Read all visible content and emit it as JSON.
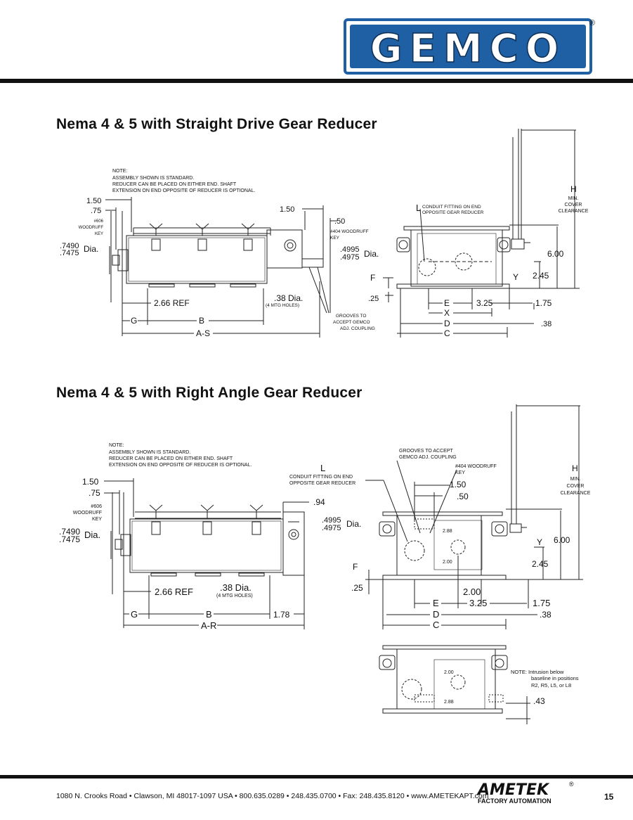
{
  "brand": {
    "logo_text": "GEMCO",
    "registered": "®",
    "logo_color": "#1f5fa3"
  },
  "page": {
    "number": "15",
    "footer_address": "1080 N. Crooks Road • Clawson, MI 48017-1097 USA • 800.635.0289 • 248.435.0700 • Fax: 248.435.8120 • www.AMETEKAPT.com"
  },
  "footer_brand": {
    "name": "AMETEK",
    "registered": "®",
    "subtitle": "FACTORY AUTOMATION"
  },
  "section1": {
    "title": "Nema 4 & 5 with Straight Drive Gear Reducer",
    "note": [
      "NOTE:",
      "ASSEMBLY SHOWN IS STANDARD.",
      "REDUCER CAN BE PLACED ON EITHER END.  SHAFT",
      "EXTENSION ON END OPPOSITE OF REDUCER IS OPTIONAL."
    ],
    "dim_150": "1.50",
    "dim_75": ".75",
    "key_606": [
      "#606",
      "WOODRUFF",
      "KEY"
    ],
    "dia_7490": ".7490",
    "dia_7475": ".7475",
    "dia_label": "Dia.",
    "dim_150_right": "1.50",
    "dim_50": ".50",
    "key_404": [
      "#404 WOODRUFF",
      "KEY"
    ],
    "dia_4995": ".4995",
    "dia_4975": ".4975",
    "dim_266": "2.66 REF",
    "dim_38dia": ".38 Dia.",
    "mtg_holes": "(4 MTG HOLES)",
    "grooves": [
      "GROOVES TO",
      "ACCEPT GEMCO",
      "ADJ. COUPLING"
    ],
    "label_g": "G",
    "label_b": "B",
    "label_as": "A-S",
    "label_l": "L",
    "conduit": [
      "CONDUIT FITTING ON END",
      "OPPOSITE GEAR REDUCER"
    ],
    "label_h": "H",
    "min_cover": [
      "MIN.",
      "COVER",
      "CLEARANCE"
    ],
    "dim_600": "6.00",
    "label_y": "Y",
    "dim_245": "2.45",
    "label_f": "F",
    "dim_25": ".25",
    "label_e": "E",
    "dim_325": "3.25",
    "dim_175": "1.75",
    "label_x": "X",
    "label_d": "D",
    "dim_38": ".38",
    "label_c": "C"
  },
  "section2": {
    "title": "Nema 4 & 5 with Right Angle Gear Reducer",
    "note": [
      "NOTE:",
      "ASSEMBLY SHOWN IS STANDARD.",
      "REDUCER CAN BE PLACED ON EITHER END.  SHAFT",
      "EXTENSION ON END OPPOSITE OF REDUCER IS OPTIONAL."
    ],
    "dim_150": "1.50",
    "dim_75": ".75",
    "key_606": [
      "#606",
      "WOODRUFF",
      "KEY"
    ],
    "dia_7490": ".7490",
    "dia_7475": ".7475",
    "dia_label": "Dia.",
    "dim_94": ".94",
    "dim_266": "2.66 REF",
    "dim_38dia": ".38 Dia.",
    "mtg_holes": "(4 MTG HOLES)",
    "label_g": "G",
    "label_b": "B",
    "dim_178": "1.78",
    "label_ar": "A-R",
    "grooves": [
      "GROOVES TO ACCEPT",
      "GEMCO ADJ. COUPLING"
    ],
    "key_404": [
      "#404 WOODRUFF",
      "KEY"
    ],
    "label_l": "L",
    "conduit": [
      "CONDUIT FITTING ON END",
      "OPPOSITE GEAR REDUCER"
    ],
    "dim_150_right": "1.50",
    "dim_50": ".50",
    "dia_4995": ".4995",
    "dia_4975": ".4975",
    "dim_288": "2.88",
    "dim_200": "2.00",
    "label_h": "H",
    "min_cover": [
      "MIN.",
      "COVER",
      "CLEARANCE"
    ],
    "label_y": "Y",
    "dim_600": "6.00",
    "dim_245": "2.45",
    "label_f": "F",
    "dim_25": ".25",
    "dim_200b": "2.00",
    "label_e": "E",
    "dim_325": "3.25",
    "dim_175": "1.75",
    "label_d": "D",
    "dim_38": ".38",
    "label_c": "C",
    "bottom_200": "2.00",
    "bottom_288": "2.88",
    "intrusion_note": [
      "NOTE: Intrusion below",
      "baseline in positions",
      "R2, R5, L5, or L8"
    ],
    "dim_43": ".43"
  }
}
